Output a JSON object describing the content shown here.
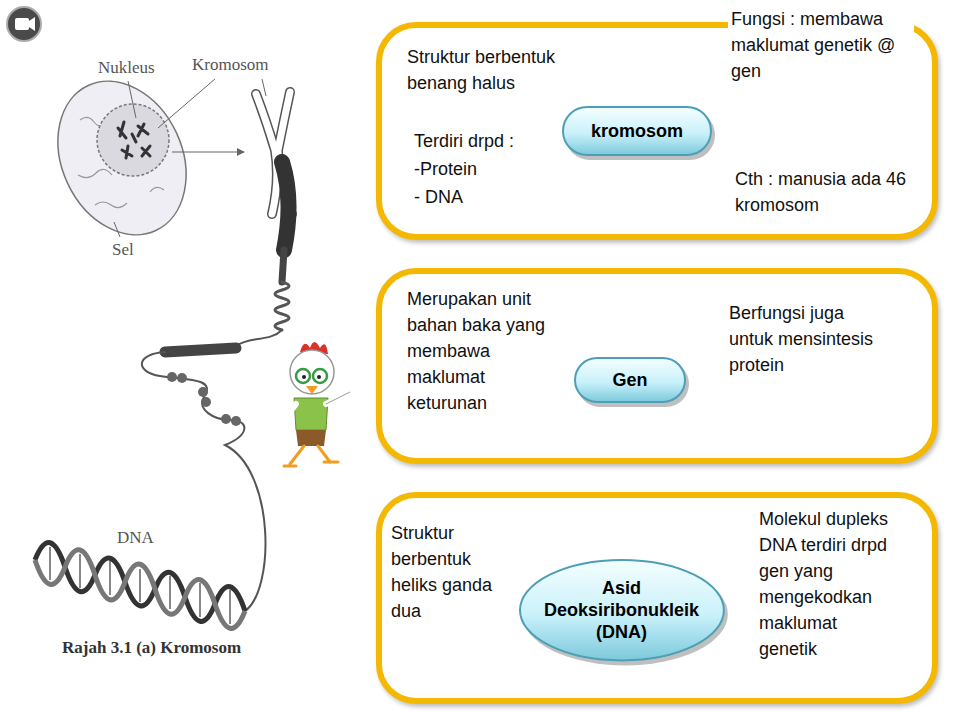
{
  "diagram": {
    "caption": "Rajah 3.1 (a) Kromosom",
    "nodes": [
      {
        "text": [
          "Struktur berbentuk benang halus",
          "Terdiri drpd :",
          "-Protein",
          "- DNA",
          "Fungsi : membawa maklumat genetik @ gen",
          "Cth : manusia ada 46 kromosom"
        ]
      },
      {
        "text": [
          "kromosom"
        ],
        "in": 0
      },
      {
        "text": [
          "Merupakan unit bahan baka yang membawa maklumat keturunan",
          "Berfungsi juga untuk mensintesis protein"
        ]
      },
      {
        "text": [
          "Gen"
        ],
        "in": 2
      },
      {
        "text": [
          "Struktur berbentuk heliks ganda dua",
          "Molekul dupleks DNA terdiri drpd gen yang mengekodkan maklumat genetik"
        ]
      },
      {
        "text": [
          "Asid Deoksiribonukleik (DNA)"
        ],
        "in": 4
      }
    ],
    "labels": [
      "Nukleus",
      "Kromosom",
      "Sel",
      "DNA"
    ]
  }
}
